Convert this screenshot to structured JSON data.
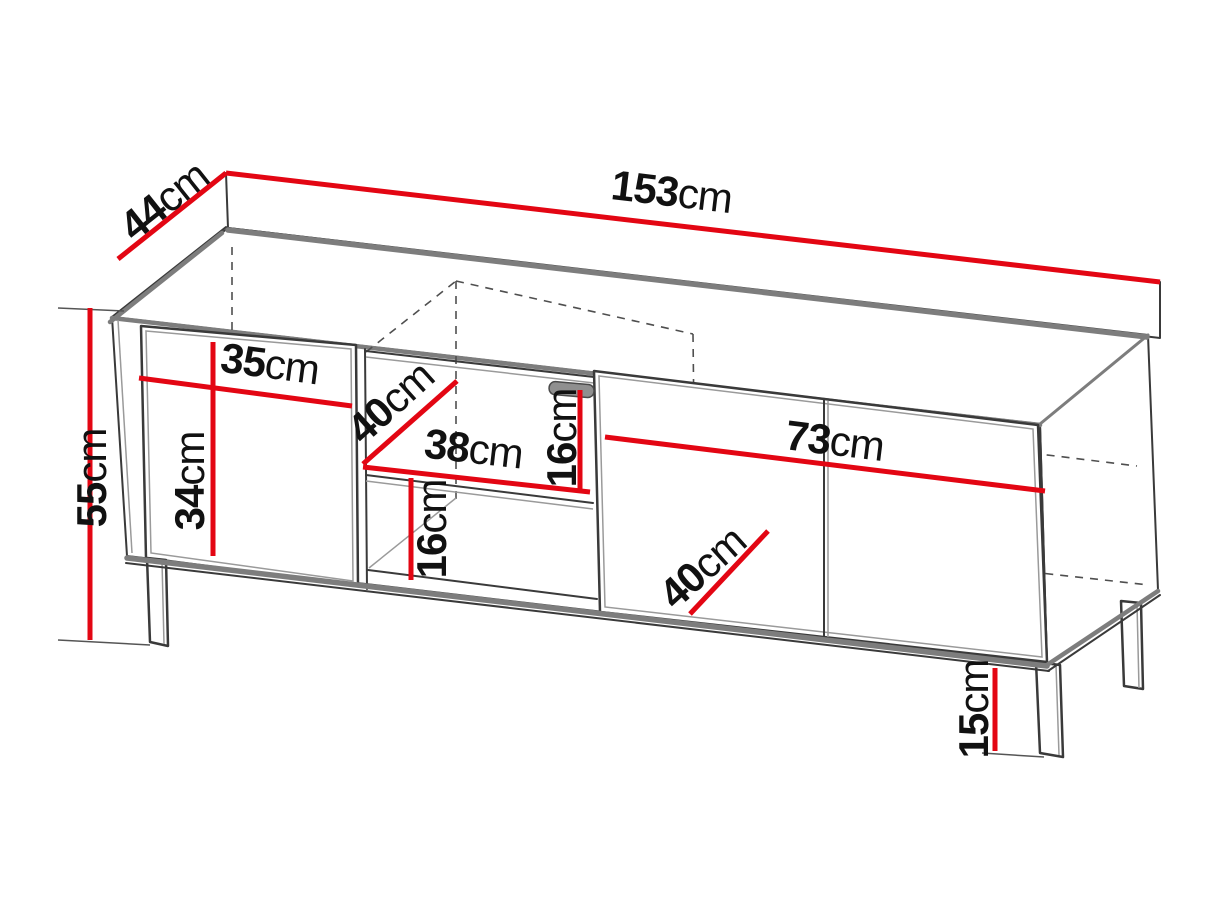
{
  "page": {
    "background": "#ffffff"
  },
  "colors": {
    "dimension_red": "#e30613",
    "outline": "#3a3a3a",
    "shadow_gray": "#7d7d7d",
    "handle_gray": "#8f8f8f"
  },
  "diagram": {
    "type": "furniture-dimension-drawing",
    "unit": "cm"
  },
  "labels": {
    "width_total": {
      "value": "153",
      "unit": "cm"
    },
    "depth_total": {
      "value": "44",
      "unit": "cm"
    },
    "height_total": {
      "value": "55",
      "unit": "cm"
    },
    "left_compartment_width": {
      "value": "35",
      "unit": "cm"
    },
    "left_compartment_height": {
      "value": "34",
      "unit": "cm"
    },
    "middle_shelf_depth": {
      "value": "40",
      "unit": "cm"
    },
    "middle_shelf_width": {
      "value": "38",
      "unit": "cm"
    },
    "middle_upper_height": {
      "value": "16",
      "unit": "cm"
    },
    "middle_lower_height": {
      "value": "16",
      "unit": "cm"
    },
    "right_compartment_width": {
      "value": "73",
      "unit": "cm"
    },
    "right_compartment_depth": {
      "value": "40",
      "unit": "cm"
    },
    "leg_height": {
      "value": "15",
      "unit": "cm"
    }
  }
}
